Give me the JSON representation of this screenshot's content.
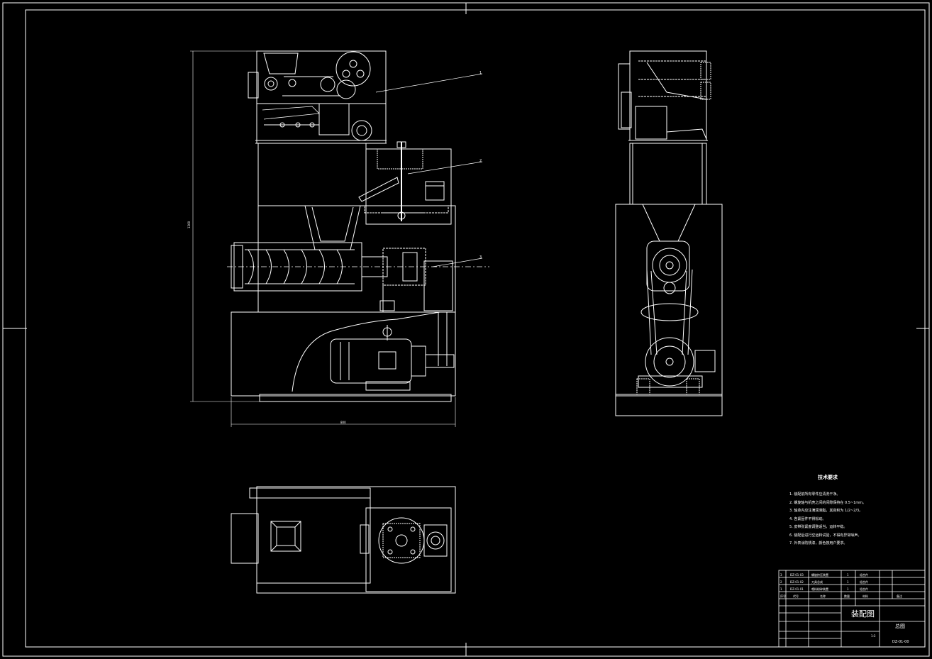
{
  "drawing": {
    "title_block": {
      "drawing_name": "装配图",
      "sheet_label": "总图",
      "drawing_no": "DZ-01-00",
      "scale": "1:3"
    },
    "parts_list": [
      {
        "no": "3",
        "code": "DZ-01-03",
        "name": "螺旋挤压装置",
        "qty": "1",
        "material": "组合件"
      },
      {
        "no": "2",
        "code": "DZ-01-02",
        "name": "刀具总成",
        "qty": "1",
        "material": "组合件"
      },
      {
        "no": "1",
        "code": "DZ-01-01",
        "name": "喂料粉碎装置",
        "qty": "1",
        "material": "组合件"
      }
    ],
    "parts_header": [
      "序号",
      "代号",
      "名称",
      "数量",
      "材料",
      "备注"
    ],
    "technical_requirements": {
      "heading": "技术要求",
      "items": [
        "1. 装配前所有零件应清洗干净。",
        "2. 螺旋轴与机壳之间的间隙保持在 0.5~1mm。",
        "3. 轴承内应注满润滑脂，其容积为 1/2~2/3。",
        "4. 各紧固件不得松动。",
        "5. 皮带张紧度调整适当，运转平稳。",
        "6. 装配后进行空运转试验，不得有异常噪声。",
        "7. 外表涂防锈漆，颜色按用户要求。"
      ]
    },
    "dimensions": {
      "overall_height": "1300",
      "overall_width": "800"
    },
    "leaders": [
      "1",
      "2",
      "3"
    ]
  }
}
